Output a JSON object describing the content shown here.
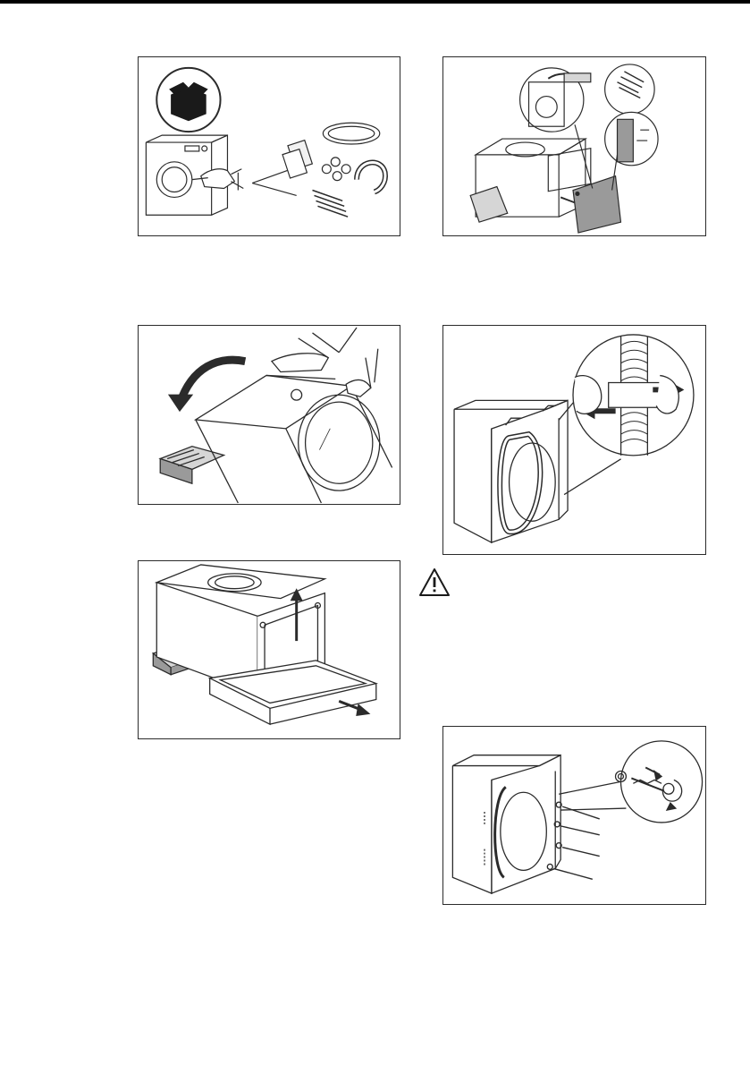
{
  "page": {
    "rule_color": "#000000",
    "line_color": "#2b2b2b",
    "shade_color": "#9a9a9a",
    "light_shade_color": "#d6d6d6"
  },
  "figures": [
    {
      "id": "unpack",
      "icon": "box-icon"
    },
    {
      "id": "back-panel",
      "icon": "back-panel-icon"
    },
    {
      "id": "tilt",
      "icon": "tilt-arrow-icon"
    },
    {
      "id": "hose-clip",
      "icon": "hose-clip-icon"
    },
    {
      "id": "base-removal",
      "icon": "base-icon"
    },
    {
      "id": "transit-bolts",
      "icon": "bolt-icon"
    }
  ],
  "warning": {
    "icon": "warning-icon"
  }
}
